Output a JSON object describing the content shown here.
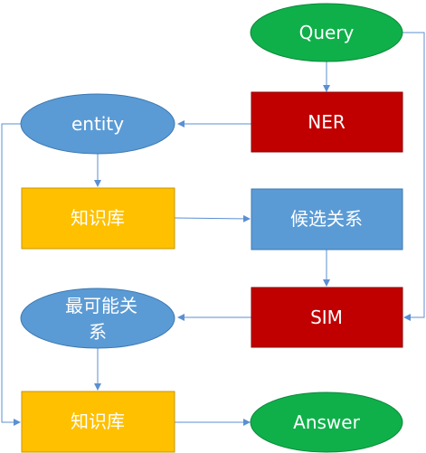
{
  "colors": {
    "green": "#0fb04a",
    "green_stroke": "#0b8a3a",
    "red": "#c00000",
    "red_stroke": "#8f0000",
    "blue": "#5b9bd5",
    "blue_stroke": "#3c78b2",
    "yellow": "#ffc000",
    "yellow_stroke": "#c99600",
    "edge": "#5b8fd3"
  },
  "nodes": {
    "query": {
      "label": "Query",
      "shape": "ellipse",
      "fill": "green"
    },
    "ner": {
      "label": "NER",
      "shape": "rect",
      "fill": "red"
    },
    "entity": {
      "label": "entity",
      "shape": "ellipse",
      "fill": "blue"
    },
    "kb1": {
      "label": "知识库",
      "shape": "rect",
      "fill": "yellow"
    },
    "candidate": {
      "label": "候选关系",
      "shape": "rect",
      "fill": "blue"
    },
    "sim": {
      "label": "SIM",
      "shape": "rect",
      "fill": "red"
    },
    "best_relation": {
      "label_line1": "最可能关",
      "label_line2": "系",
      "shape": "ellipse",
      "fill": "blue"
    },
    "kb2": {
      "label": "知识库",
      "shape": "rect",
      "fill": "yellow"
    },
    "answer": {
      "label": "Answer",
      "shape": "ellipse",
      "fill": "green"
    }
  },
  "edges": [
    {
      "from": "query",
      "to": "ner"
    },
    {
      "from": "query",
      "to": "sim"
    },
    {
      "from": "ner",
      "to": "entity"
    },
    {
      "from": "entity",
      "to": "kb1"
    },
    {
      "from": "entity",
      "to": "kb2"
    },
    {
      "from": "kb1",
      "to": "candidate"
    },
    {
      "from": "candidate",
      "to": "sim"
    },
    {
      "from": "sim",
      "to": "best_relation"
    },
    {
      "from": "best_relation",
      "to": "kb2"
    },
    {
      "from": "kb2",
      "to": "answer"
    }
  ]
}
